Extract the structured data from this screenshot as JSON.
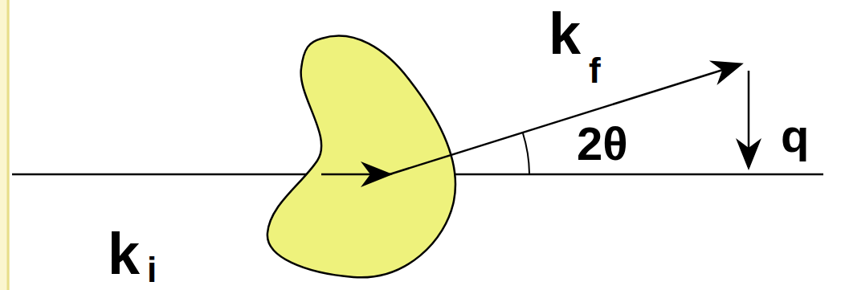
{
  "diagram": {
    "labels": [
      "k",
      "f",
      "2θ",
      "q",
      "k",
      "i"
    ]
  }
}
